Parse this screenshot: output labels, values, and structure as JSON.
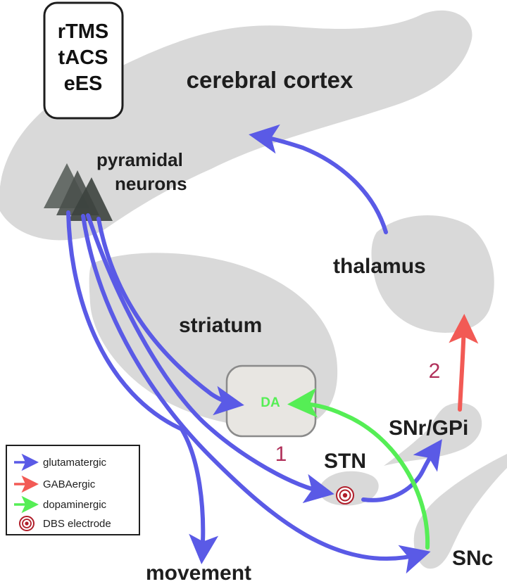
{
  "stimulation_box": {
    "lines": [
      "rTMS",
      "tACS",
      "eES"
    ]
  },
  "regions": {
    "cortex": "cerebral cortex",
    "pyramidal": [
      "pyramidal",
      "neurons"
    ],
    "thalamus": "thalamus",
    "striatum": "striatum",
    "da": "DA",
    "stn": "STN",
    "snr_gpi": "SNr/GPi",
    "snc": "SNc",
    "movement": "movement"
  },
  "pathway_numbers": {
    "one": "1",
    "two": "2"
  },
  "legend": {
    "items": [
      {
        "label": "glutamatergic",
        "color": "#5a5ae6",
        "icon": "blue-arrow-icon"
      },
      {
        "label": "GABAergic",
        "color": "#f25a55",
        "icon": "red-arrow-icon"
      },
      {
        "label": "dopaminergic",
        "color": "#55ee55",
        "icon": "green-arrow-icon"
      },
      {
        "label": "DBS electrode",
        "color": "#b01e2a",
        "icon": "dbs-electrode-icon"
      }
    ]
  },
  "colors": {
    "glutamatergic": "#5a5ae6",
    "gabaergic": "#f25a55",
    "dopaminergic": "#55ee55",
    "region_fill": "#d9d9d9",
    "number_color": "#b0305a",
    "electrode": "#b01e2a"
  }
}
